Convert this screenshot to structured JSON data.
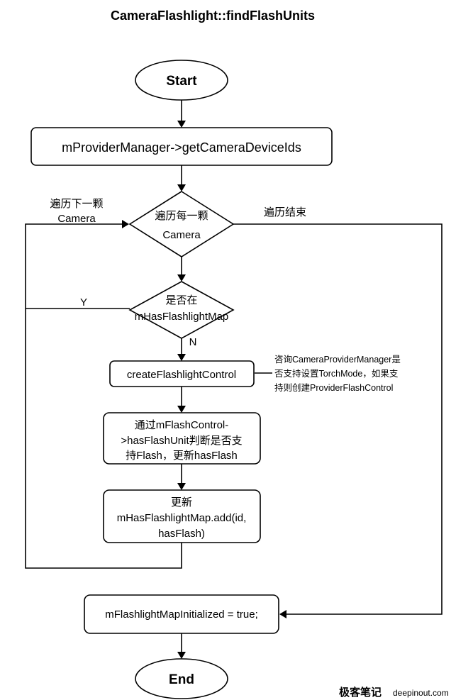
{
  "title": "CameraFlashlight::findFlashUnits",
  "nodes": {
    "start": "Start",
    "get_ids": "mProviderManager->getCameraDeviceIds",
    "loop_line1": "遍历每一颗",
    "loop_line2": "Camera",
    "check_line1": "是否在",
    "check_line2": "mHasFlashlightMap",
    "create": "createFlashlightControl",
    "has_unit_line1": "通过mFlashControl-",
    "has_unit_line2": ">hasFlashUnit判断是否支",
    "has_unit_line3": "持Flash，更新hasFlash",
    "update_line1": "更新",
    "update_line2": "mHasFlashlightMap.add(id,",
    "update_line3": "hasFlash)",
    "init": "mFlashlightMapInitialized = true;",
    "end": "End"
  },
  "labels": {
    "next_line1": "遍历下一颗",
    "next_line2": "Camera",
    "finished": "遍历结束",
    "yes": "Y",
    "no": "N"
  },
  "note": {
    "line1": "咨询CameraProviderManager是",
    "line2": "否支持设置TorchMode，如果支",
    "line3": "持则创建ProviderFlashControl"
  },
  "watermark": {
    "brand": "极客笔记",
    "site": "deepinout.com"
  }
}
